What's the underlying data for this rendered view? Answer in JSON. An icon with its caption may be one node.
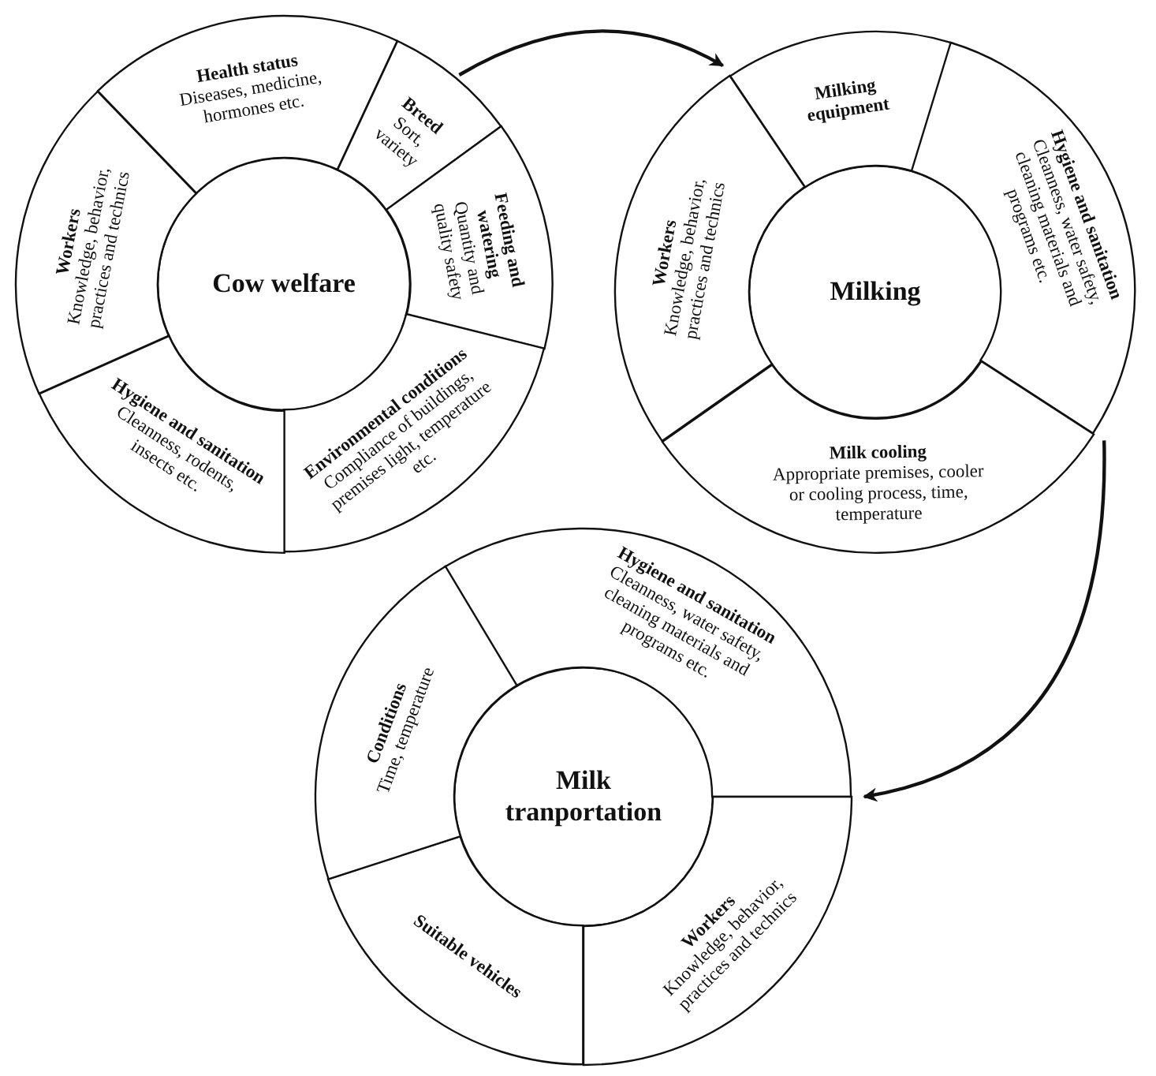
{
  "diagram": {
    "nodes": [
      {
        "text": [],
        "shape": "circle"
      },
      {
        "text": [
          "Cow welfare"
        ],
        "in": 0
      },
      {
        "text": [
          "Health status",
          "Diseases, medicine, hormones etc."
        ],
        "in": 0
      },
      {
        "text": [
          "Breed",
          "Sort, variety"
        ],
        "in": 0
      },
      {
        "text": [
          "Feeding and watering",
          "Quantity and quality safety"
        ],
        "in": 0
      },
      {
        "text": [
          "Environmental conditions",
          "Compliance of buildings, premises light, temperature etc."
        ],
        "in": 0
      },
      {
        "text": [
          "Hygiene and sanitation",
          "Cleanness, rodents, insects etc."
        ],
        "in": 0
      },
      {
        "text": [
          "Workers",
          "Knowledge, behavior, practices and technics"
        ],
        "in": 0
      },
      {
        "text": [],
        "shape": "circle"
      },
      {
        "text": [
          "Milking"
        ],
        "in": 8
      },
      {
        "text": [
          "Milking equipment"
        ],
        "in": 8
      },
      {
        "text": [
          "Hygiene and sanitation",
          "Cleanness, water safety, cleaning materials and programs etc."
        ],
        "in": 8
      },
      {
        "text": [
          "Milk cooling",
          "Appropriate premises, cooler or cooling process, time, temperature"
        ],
        "in": 8
      },
      {
        "text": [
          "Workers",
          "Knowledge, behavior, practices and technics"
        ],
        "in": 8
      },
      {
        "text": [],
        "shape": "circle"
      },
      {
        "text": [
          "Milk tranportation"
        ],
        "in": 14
      },
      {
        "text": [
          "Hygiene and sanitation",
          "Cleanness, water safety, cleaning materials and programs etc."
        ],
        "in": 14
      },
      {
        "text": [
          "Workers",
          "Knowledge, behavior, practices and technics"
        ],
        "in": 14
      },
      {
        "text": [
          "Suitable vehicles"
        ],
        "in": 14
      },
      {
        "text": [
          "Conditions",
          "Time, temperature"
        ],
        "in": 14
      }
    ],
    "edges": [
      {
        "from": 3,
        "to": 8,
        "arrow": "to"
      },
      {
        "from": 8,
        "to": 14,
        "arrow": "to"
      }
    ]
  }
}
